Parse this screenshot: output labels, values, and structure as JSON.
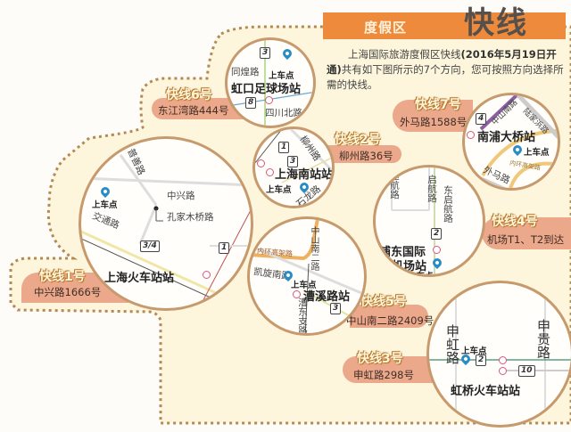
{
  "header": {
    "subtitle": "度假区",
    "title": "快线",
    "intro_part1": "上海国际旅游度假区快线",
    "intro_bold": "(2016年5月19日开通)",
    "intro_part2": "共有如下图所示的7个方向，您可按照方向选择所需的快线。"
  },
  "colors": {
    "header_bar": "#ee8a3c",
    "region_fill": "#fdf6dc",
    "dotted_border": "#b48a52",
    "pill": "#eca88b",
    "pin": "#2a8cc4",
    "metro": "#d9577a",
    "circle_border": "#c79a6e"
  },
  "lines": [
    {
      "id": "1",
      "title": "快线1号",
      "address": "中兴路1666号"
    },
    {
      "id": "2",
      "title": "快线2号",
      "address": "柳州路36号"
    },
    {
      "id": "3",
      "title": "快线3号",
      "address": "申虹路298号"
    },
    {
      "id": "4",
      "title": "快线4号",
      "address": "机场T1、T2到达"
    },
    {
      "id": "5",
      "title": "快线5号",
      "address": "中山南二路2409号"
    },
    {
      "id": "6",
      "title": "快线6号",
      "address": "东江湾路444号"
    },
    {
      "id": "7",
      "title": "快线7号",
      "address": "外马路1588号"
    }
  ],
  "pickup_label": "上车点",
  "maps": {
    "line6": {
      "station": "虹口足球场站",
      "roads": [
        "同煌路",
        "四川北路"
      ],
      "metro_lines": [
        "3",
        "8"
      ]
    },
    "line2": {
      "station": "上海南站站",
      "roads": [
        "柳州路",
        "石龙路"
      ],
      "metro_lines": [
        "1",
        "3"
      ]
    },
    "line7": {
      "station": "南浦大桥站",
      "roads": [
        "中山南路",
        "陆家浜路",
        "外马路",
        "内环高架路"
      ],
      "metro_lines": [
        "4"
      ]
    },
    "line1": {
      "station": "上海火车站站",
      "roads": [
        "普善路",
        "中兴路",
        "孔家木桥路",
        "交通路"
      ],
      "metro_lines": [
        "3/4",
        "1"
      ]
    },
    "line5": {
      "station": "漕溪路站",
      "roads": [
        "中山南二路",
        "内环高架路",
        "凯旋南路",
        "漕东支路"
      ],
      "metro_lines": [
        "3"
      ]
    },
    "line4": {
      "station": "浦东国际机场站",
      "station_line1": "浦东国际",
      "station_line2": "机场站",
      "roads": [
        "速航路",
        "启航路",
        "东启航路"
      ],
      "metro_lines": [
        "2"
      ]
    },
    "line3": {
      "station": "虹桥火车站站",
      "roads": [
        "申虹路",
        "申贵路"
      ],
      "metro_lines": [
        "2",
        "10"
      ]
    }
  }
}
